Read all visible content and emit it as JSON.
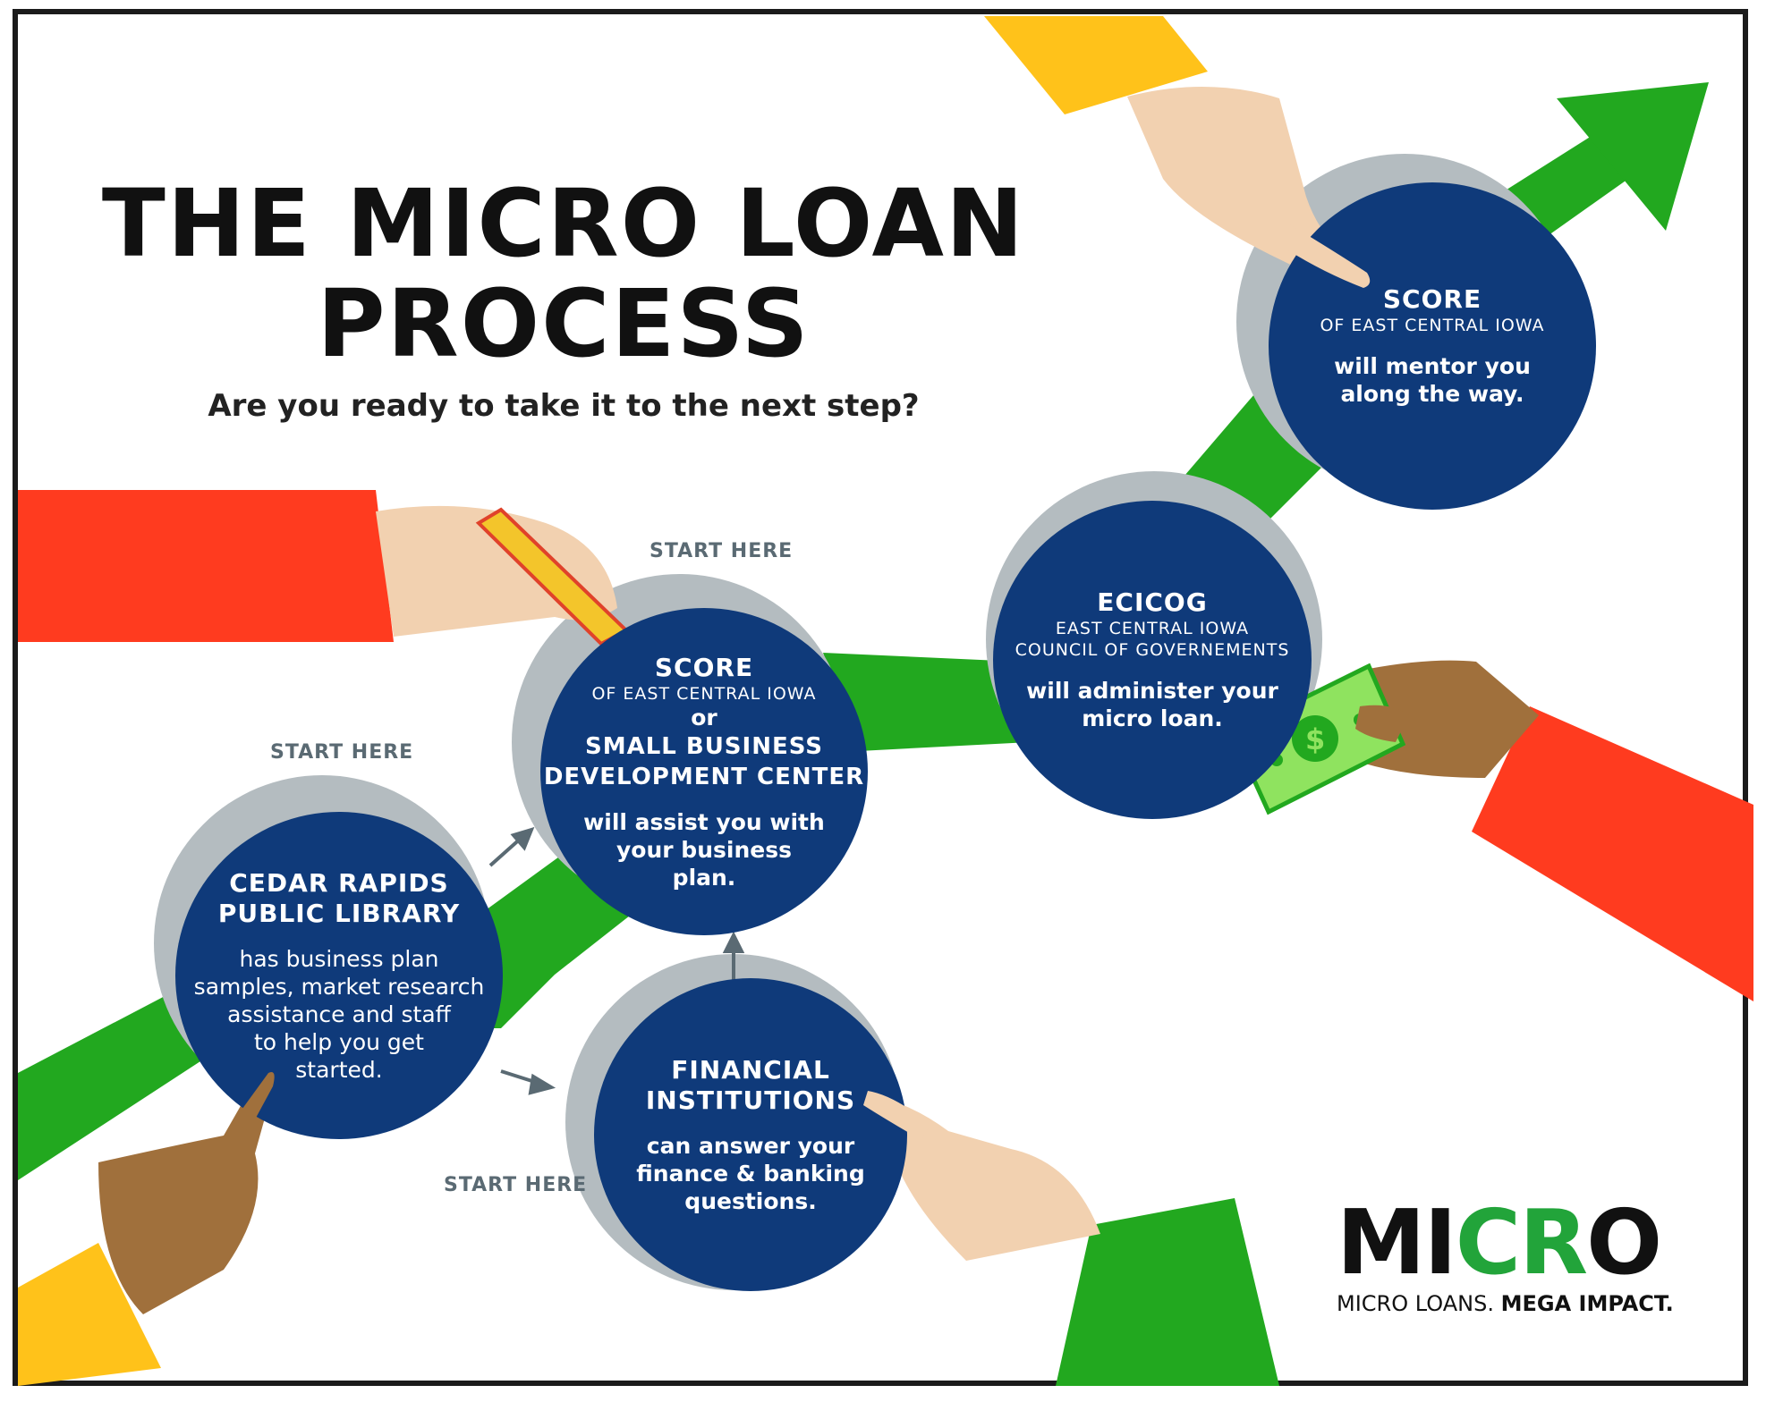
{
  "title": {
    "line1": "THE MICRO LOAN",
    "line2": "PROCESS",
    "subtitle": "Are you ready to take it to the next step?"
  },
  "start_labels": {
    "top": "START HERE",
    "left": "START HERE",
    "bottom": "START HERE"
  },
  "steps": {
    "library": {
      "head1": "CEDAR RAPIDS",
      "head2": "PUBLIC LIBRARY",
      "body1": "has business plan",
      "body2": "samples, market research",
      "body3": "assistance and staff",
      "body4": "to help you get",
      "body5": "started."
    },
    "score_sbdc": {
      "head": "SCORE",
      "sub": "OF EAST CENTRAL IOWA",
      "or": "or",
      "head2a": "SMALL BUSINESS",
      "head2b": "DEVELOPMENT CENTER",
      "body1": "will assist you with",
      "body2": "your business",
      "body3": "plan."
    },
    "financial": {
      "head1": "FINANCIAL",
      "head2": "INSTITUTIONS",
      "body1": "can answer your",
      "body2": "finance & banking",
      "body3": "questions."
    },
    "ecicog": {
      "head": "ECICOG",
      "sub1": "EAST CENTRAL IOWA",
      "sub2": "COUNCIL OF GOVERNEMENTS",
      "body1": "will administer your",
      "body2": "micro loan."
    },
    "score_mentor": {
      "head": "SCORE",
      "sub": "OF EAST CENTRAL IOWA",
      "body1": "will mentor you",
      "body2": "along the way."
    }
  },
  "logo": {
    "mi": "MI",
    "cr": "CR",
    "o": "O",
    "tag_plain": "MICRO LOANS.",
    "tag_bold": "MEGA IMPACT."
  },
  "colors": {
    "circle_blue": "#0f3a7a",
    "ring_gray": "#b4bcc0",
    "arrow_green": "#22a81f",
    "sleeve_red": "#ff3b1f",
    "sleeve_yellow": "#ffc21a",
    "skin_light": "#f2d1b0",
    "skin_dark": "#a0703c"
  },
  "icons": [
    "pencil-icon",
    "dollar-bill-icon",
    "pointing-hand-icon",
    "arrow-up-icon"
  ]
}
